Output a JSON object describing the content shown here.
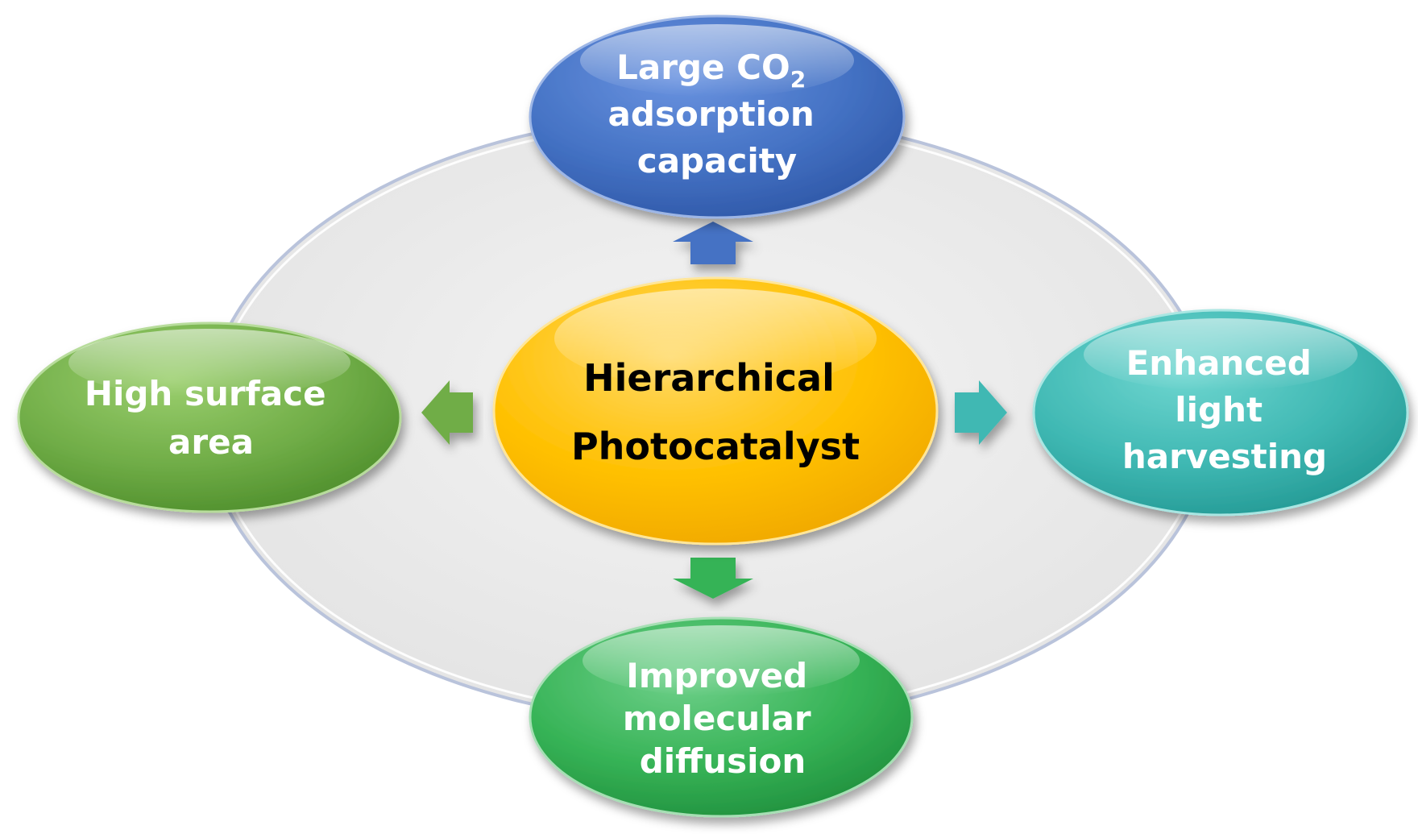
{
  "center": {
    "lines": [
      "Hierarchical",
      "Photocatalyst"
    ]
  },
  "nodes": {
    "top": {
      "lines": [
        "Large CO",
        "adsorption",
        "capacity"
      ],
      "subscript": "2"
    },
    "left": {
      "lines": [
        "High  surface",
        "area"
      ]
    },
    "right": {
      "lines": [
        "Enhanced",
        "light",
        "harvesting"
      ]
    },
    "bottom": {
      "lines": [
        "Improved",
        "molecular",
        "diffusion"
      ]
    }
  },
  "colors": {
    "background_ellipse": "#e9e9e9",
    "center": "#ffc000",
    "top": "#4472c4",
    "left": "#70ad47",
    "right": "#3fb8b3",
    "bottom": "#36b356"
  }
}
